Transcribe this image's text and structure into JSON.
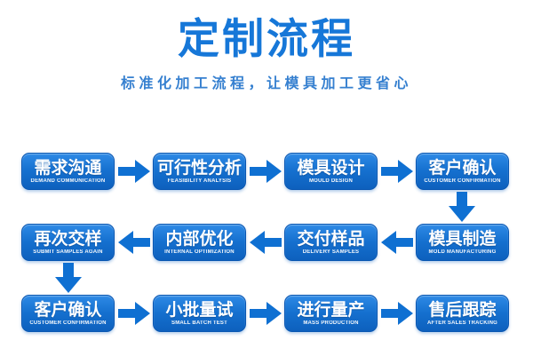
{
  "page": {
    "title": "定制流程",
    "subtitle": "标准化加工流程，让模具加工更省心"
  },
  "colors": {
    "title_blue": "#1677d8",
    "subtitle_blue": "#3680d0",
    "box_gradient_top": "#2e8ae6",
    "box_gradient_bottom": "#0d60bd",
    "box_border": "#0a57b2",
    "arrow_blue": "#0f70d2",
    "box_text": "#ffffff",
    "background": "#ffffff"
  },
  "flow": {
    "rows": [
      {
        "direction": "right",
        "boxes": [
          {
            "zh": "需求沟通",
            "en": "DEMAND COMMUNICATION"
          },
          {
            "zh": "可行性分析",
            "en": "FEASIBILITY ANALYSIS"
          },
          {
            "zh": "模具设计",
            "en": "MOULD DESIGN"
          },
          {
            "zh": "客户确认",
            "en": "CUSTOMER CONFIRMATION"
          }
        ]
      },
      {
        "direction": "left",
        "boxes": [
          {
            "zh": "再次交样",
            "en": "SUBMIT SAMPLES AGAIN"
          },
          {
            "zh": "内部优化",
            "en": "INTERNAL OPTIMIZATION"
          },
          {
            "zh": "交付样品",
            "en": "DELIVERY SAMPLES"
          },
          {
            "zh": "模具制造",
            "en": "MOLD MANUFACTURING"
          }
        ]
      },
      {
        "direction": "right",
        "boxes": [
          {
            "zh": "客户确认",
            "en": "CUSTOMER CONFIRMATION"
          },
          {
            "zh": "小批量试",
            "en": "SMALL BATCH TEST"
          },
          {
            "zh": "进行量产",
            "en": "MASS PRODUCTION"
          },
          {
            "zh": "售后跟踪",
            "en": "AFTER SALES TRACKING"
          }
        ]
      }
    ]
  }
}
